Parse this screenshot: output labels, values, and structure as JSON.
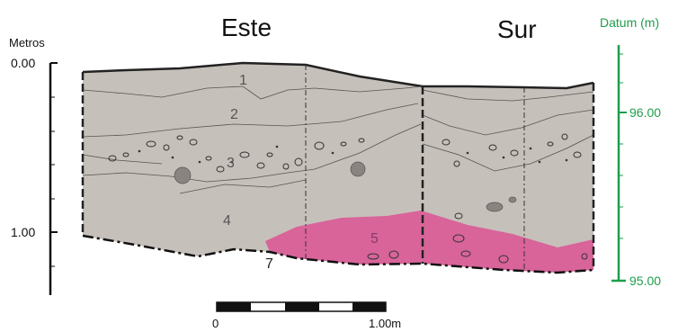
{
  "headings": {
    "left": "Este",
    "right": "Sur"
  },
  "left_axis": {
    "title": "Metros",
    "top_label": "0.00",
    "bottom_label": "1.00"
  },
  "datum_axis": {
    "title": "Datum (m)",
    "upper_label": "96.00",
    "lower_label": "95.00",
    "color": "#1e9e4a"
  },
  "layers": {
    "l1": "1",
    "l2": "2",
    "l3": "3",
    "l4": "4",
    "l5": "5",
    "l7": "7"
  },
  "scale_bar": {
    "start_label": "0",
    "end_label": "1.00m"
  },
  "colors": {
    "soil": "#c6c0ba",
    "pink_layer": "#d8649a",
    "outline": "#222222"
  }
}
